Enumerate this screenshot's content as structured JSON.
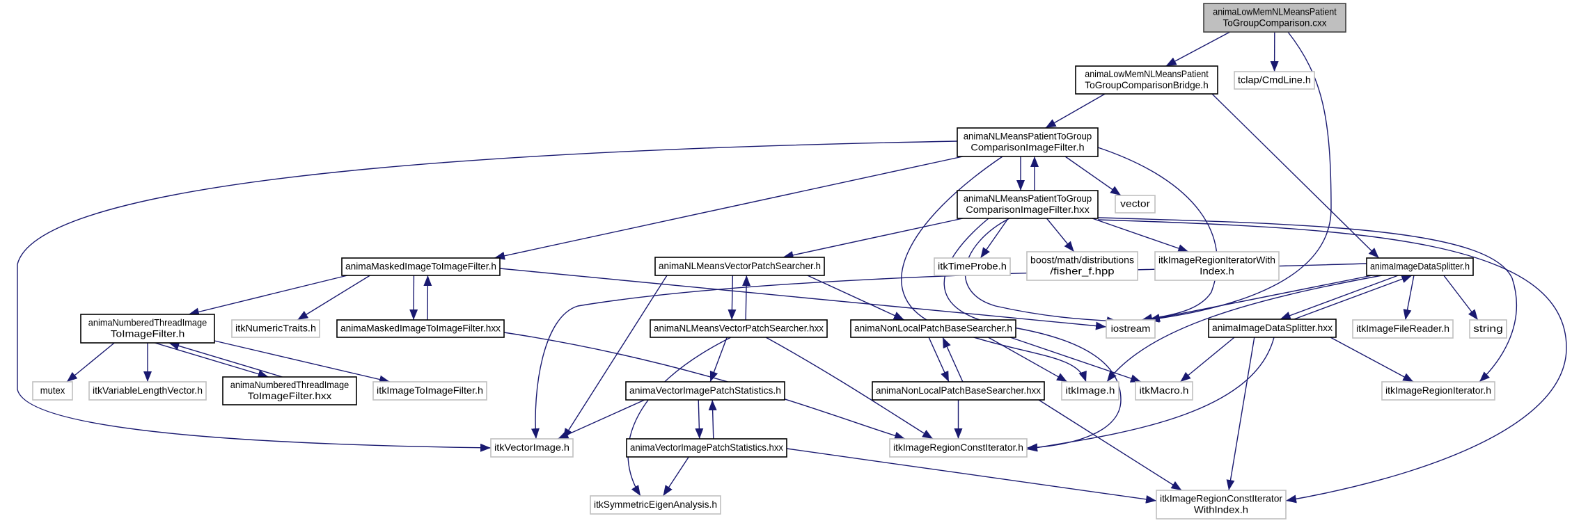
{
  "title": "Include dependency graph for animaLowMemNLMeansPatientToGroupComparison.cxx",
  "colors": {
    "edge": "#191970",
    "root_fill": "#bfbfbf",
    "documented_border": "#000000",
    "external_border": "#bfbfbf"
  },
  "nodes": [
    {
      "id": "root",
      "kind": "root",
      "lines": [
        "animaLowMemNLMeansPatient",
        "ToGroupComparison.cxx"
      ]
    },
    {
      "id": "bridge",
      "kind": "documented",
      "lines": [
        "animaLowMemNLMeansPatient",
        "ToGroupComparisonBridge.h"
      ]
    },
    {
      "id": "tclap",
      "kind": "external",
      "lines": [
        "tclap/CmdLine.h"
      ]
    },
    {
      "id": "ptgif_h",
      "kind": "documented",
      "lines": [
        "animaNLMeansPatientToGroup",
        "ComparisonImageFilter.h"
      ]
    },
    {
      "id": "ptgif_hxx",
      "kind": "documented",
      "lines": [
        "animaNLMeansPatientToGroup",
        "ComparisonImageFilter.hxx"
      ]
    },
    {
      "id": "vector",
      "kind": "external",
      "lines": [
        "vector"
      ]
    },
    {
      "id": "masked_h",
      "kind": "documented",
      "lines": [
        "animaMaskedImageToImageFilter.h"
      ]
    },
    {
      "id": "nlmvps_h",
      "kind": "documented",
      "lines": [
        "animaNLMeansVectorPatchSearcher.h"
      ]
    },
    {
      "id": "timeprobe",
      "kind": "external",
      "lines": [
        "itkTimeProbe.h"
      ]
    },
    {
      "id": "boost",
      "kind": "external",
      "lines": [
        "boost/math/distributions",
        "/fisher_f.hpp"
      ]
    },
    {
      "id": "iriwi",
      "kind": "external",
      "lines": [
        "itkImageRegionIteratorWith",
        "Index.h"
      ]
    },
    {
      "id": "splitter_h",
      "kind": "documented",
      "lines": [
        "animaImageDataSplitter.h"
      ]
    },
    {
      "id": "numthread_h",
      "kind": "documented",
      "lines": [
        "animaNumberedThreadImage",
        "ToImageFilter.h"
      ]
    },
    {
      "id": "numtraits",
      "kind": "external",
      "lines": [
        "itkNumericTraits.h"
      ]
    },
    {
      "id": "masked_hxx",
      "kind": "documented",
      "lines": [
        "animaMaskedImageToImageFilter.hxx"
      ]
    },
    {
      "id": "nlmvps_hxx",
      "kind": "documented",
      "lines": [
        "animaNLMeansVectorPatchSearcher.hxx"
      ]
    },
    {
      "id": "iostream",
      "kind": "external",
      "lines": [
        "iostream"
      ]
    },
    {
      "id": "nlpbs_h",
      "kind": "documented",
      "lines": [
        "animaNonLocalPatchBaseSearcher.h"
      ]
    },
    {
      "id": "splitter_hxx",
      "kind": "documented",
      "lines": [
        "animaImageDataSplitter.hxx"
      ]
    },
    {
      "id": "filereader",
      "kind": "external",
      "lines": [
        "itkImageFileReader.h"
      ]
    },
    {
      "id": "string",
      "kind": "external",
      "lines": [
        "string"
      ]
    },
    {
      "id": "mutex",
      "kind": "external",
      "lines": [
        "mutex"
      ]
    },
    {
      "id": "varlen",
      "kind": "external",
      "lines": [
        "itkVariableLengthVector.h"
      ]
    },
    {
      "id": "numthread_hxx",
      "kind": "documented",
      "lines": [
        "animaNumberedThreadImage",
        "ToImageFilter.hxx"
      ]
    },
    {
      "id": "img2img",
      "kind": "external",
      "lines": [
        "itkImageToImageFilter.h"
      ]
    },
    {
      "id": "vips_h",
      "kind": "documented",
      "lines": [
        "animaVectorImagePatchStatistics.h"
      ]
    },
    {
      "id": "nlpbs_hxx",
      "kind": "documented",
      "lines": [
        "animaNonLocalPatchBaseSearcher.hxx"
      ]
    },
    {
      "id": "itkimage",
      "kind": "external",
      "lines": [
        "itkImage.h"
      ]
    },
    {
      "id": "itkmacro",
      "kind": "external",
      "lines": [
        "itkMacro.h"
      ]
    },
    {
      "id": "iri",
      "kind": "external",
      "lines": [
        "itkImageRegionIterator.h"
      ]
    },
    {
      "id": "vecimage",
      "kind": "external",
      "lines": [
        "itkVectorImage.h"
      ]
    },
    {
      "id": "vips_hxx",
      "kind": "documented",
      "lines": [
        "animaVectorImagePatchStatistics.hxx"
      ]
    },
    {
      "id": "irci",
      "kind": "external",
      "lines": [
        "itkImageRegionConstIterator.h"
      ]
    },
    {
      "id": "symeig",
      "kind": "external",
      "lines": [
        "itkSymmetricEigenAnalysis.h"
      ]
    },
    {
      "id": "irciwi",
      "kind": "external",
      "lines": [
        "itkImageRegionConstIterator",
        "WithIndex.h"
      ]
    }
  ],
  "edges": [
    [
      "root",
      "bridge"
    ],
    [
      "root",
      "tclap"
    ],
    [
      "root",
      "iostream"
    ],
    [
      "bridge",
      "ptgif_h"
    ],
    [
      "bridge",
      "splitter_h"
    ],
    [
      "ptgif_h",
      "ptgif_hxx"
    ],
    [
      "ptgif_hxx",
      "ptgif_h"
    ],
    [
      "ptgif_h",
      "vector"
    ],
    [
      "ptgif_h",
      "masked_h"
    ],
    [
      "ptgif_h",
      "vecimage"
    ],
    [
      "ptgif_h",
      "itkimage"
    ],
    [
      "ptgif_h",
      "iostream"
    ],
    [
      "ptgif_hxx",
      "nlmvps_h"
    ],
    [
      "ptgif_hxx",
      "timeprobe"
    ],
    [
      "ptgif_hxx",
      "boost"
    ],
    [
      "ptgif_hxx",
      "iriwi"
    ],
    [
      "ptgif_hxx",
      "iri"
    ],
    [
      "ptgif_hxx",
      "irciwi"
    ],
    [
      "ptgif_hxx",
      "irci"
    ],
    [
      "ptgif_hxx",
      "iostream"
    ],
    [
      "masked_h",
      "numthread_h"
    ],
    [
      "masked_h",
      "numtraits"
    ],
    [
      "masked_h",
      "masked_hxx"
    ],
    [
      "masked_hxx",
      "masked_h"
    ],
    [
      "masked_h",
      "iostream"
    ],
    [
      "masked_hxx",
      "irci"
    ],
    [
      "nlmvps_h",
      "nlmvps_hxx"
    ],
    [
      "nlmvps_hxx",
      "nlmvps_h"
    ],
    [
      "nlmvps_h",
      "vecimage"
    ],
    [
      "nlmvps_h",
      "nlpbs_h"
    ],
    [
      "nlmvps_hxx",
      "vips_h"
    ],
    [
      "nlmvps_hxx",
      "symeig"
    ],
    [
      "nlmvps_hxx",
      "irci"
    ],
    [
      "vips_h",
      "vecimage"
    ],
    [
      "vips_h",
      "vips_hxx"
    ],
    [
      "vips_hxx",
      "vips_h"
    ],
    [
      "vips_hxx",
      "symeig"
    ],
    [
      "vips_hxx",
      "irciwi"
    ],
    [
      "numthread_h",
      "mutex"
    ],
    [
      "numthread_h",
      "varlen"
    ],
    [
      "numthread_h",
      "numthread_hxx"
    ],
    [
      "numthread_hxx",
      "numthread_h"
    ],
    [
      "numthread_h",
      "img2img"
    ],
    [
      "nlpbs_h",
      "nlpbs_hxx"
    ],
    [
      "nlpbs_hxx",
      "nlpbs_h"
    ],
    [
      "nlpbs_h",
      "itkimage"
    ],
    [
      "nlpbs_h",
      "itkmacro"
    ],
    [
      "nlpbs_hxx",
      "irci"
    ],
    [
      "nlpbs_hxx",
      "irciwi"
    ],
    [
      "splitter_h",
      "iostream"
    ],
    [
      "splitter_h",
      "splitter_hxx"
    ],
    [
      "splitter_hxx",
      "splitter_h"
    ],
    [
      "splitter_h",
      "filereader"
    ],
    [
      "splitter_h",
      "string"
    ],
    [
      "splitter_h",
      "itkimage"
    ],
    [
      "splitter_h",
      "vecimage"
    ],
    [
      "splitter_hxx",
      "itkmacro"
    ],
    [
      "splitter_hxx",
      "iri"
    ],
    [
      "splitter_hxx",
      "irci"
    ],
    [
      "splitter_hxx",
      "irciwi"
    ]
  ]
}
